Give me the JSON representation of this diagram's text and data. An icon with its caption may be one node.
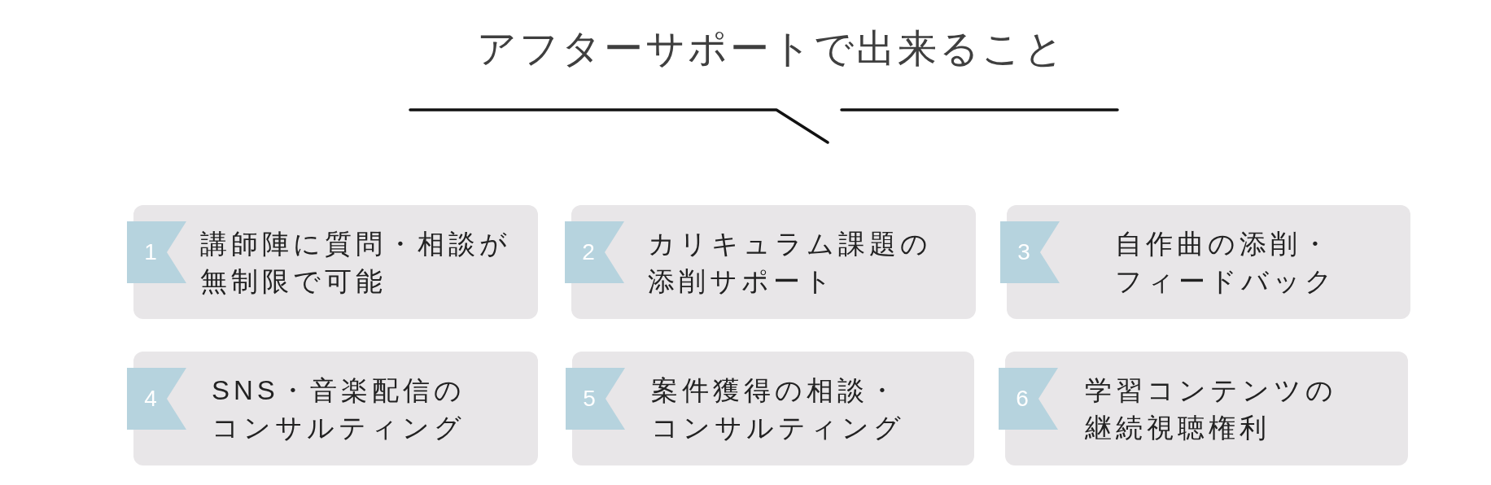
{
  "diagram": {
    "title": "アフターサポートで出来ること",
    "nodes": [
      {
        "text": [
          "1",
          "講師陣に質問・相談が無制限で可能"
        ]
      },
      {
        "text": [
          "2",
          "カリキュラム課題の添削サポート"
        ]
      },
      {
        "text": [
          "3",
          "自作曲の添削・フィードバック"
        ]
      },
      {
        "text": [
          "4",
          "SNS・音楽配信のコンサルティング"
        ]
      },
      {
        "text": [
          "5",
          "案件獲得の相談・コンサルティング"
        ]
      },
      {
        "text": [
          "6",
          "学習コンテンツの継続視聴権利"
        ]
      }
    ]
  }
}
